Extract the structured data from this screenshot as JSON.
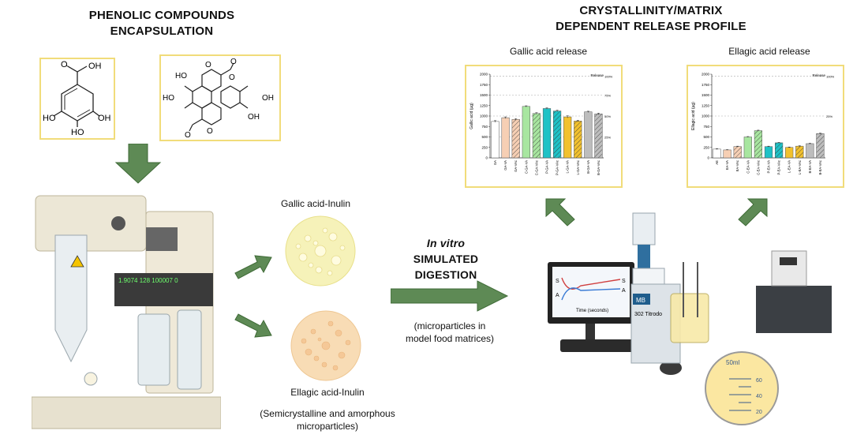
{
  "left_section": {
    "title_line1": "PHENOLIC COMPOUNDS",
    "title_line2": "ENCAPSULATION",
    "molecules": {
      "gallic": {
        "atoms": [
          "OH",
          "O",
          "HO",
          "OH",
          "HO"
        ]
      },
      "ellagic": {
        "atoms": [
          "O",
          "HO",
          "O",
          "HO",
          "O",
          "OH",
          "O",
          "OH",
          "O"
        ]
      }
    }
  },
  "middle_section": {
    "gallic_inulin_label": "Gallic acid-Inulin",
    "ellagic_inulin_label": "Ellagic acid-Inulin",
    "microparticles_note_line1": "(Semicrystalline and amorphous",
    "microparticles_note_line2": "microparticles)",
    "digestion": {
      "line1": "In vitro",
      "line2": "SIMULATED",
      "line3": "DIGESTION",
      "note_line1": "(microparticles in",
      "note_line2": "model food matrices)"
    }
  },
  "right_section": {
    "title_line1": "CRYSTALLINITY/MATRIX",
    "title_line2": "DEPENDENT RELEASE PROFILE",
    "titration_labels": {
      "screen_s": "S",
      "screen_a": "A",
      "screen_time": "Time (seconds)",
      "titrator_model": "302 Titrodo",
      "titrator_brand": "MB",
      "volume_top": "50ml",
      "volume_marks": [
        "60",
        "40",
        "20"
      ]
    }
  },
  "chart_data": [
    {
      "type": "bar",
      "title": "Gallic acid release",
      "ylabel": "Gallic acid (µg)",
      "ylim": [
        0,
        2000
      ],
      "yticks": [
        0,
        250,
        500,
        750,
        1000,
        1250,
        1500,
        1750,
        2000
      ],
      "reference_lines": [
        {
          "value": 1950,
          "label": "100%"
        },
        {
          "value": 1500,
          "label": "75%"
        },
        {
          "value": 1000,
          "label": "50%"
        },
        {
          "value": 500,
          "label": "25%"
        }
      ],
      "legend_title": "Release",
      "categories": [
        "GA",
        "GA-VA",
        "GA-VAc",
        "C-GA-VA",
        "C-GA-VAc",
        "P-GA-VA",
        "P-GA-VAc",
        "L-GA-VA",
        "L-GA-VAc",
        "B-GA-VA",
        "B-GA-VAc"
      ],
      "values": [
        870,
        960,
        920,
        1230,
        1060,
        1180,
        1120,
        980,
        880,
        1100,
        1050
      ],
      "errors": [
        20,
        20,
        20,
        15,
        20,
        15,
        20,
        25,
        20,
        15,
        20
      ],
      "colors": [
        "#ffffff",
        "#f6cfb4",
        "#f6cfb4",
        "#a8e6a0",
        "#a8e6a0",
        "#1fc2c6",
        "#1fc2c6",
        "#f2c12e",
        "#f2c12e",
        "#bdbdbd",
        "#bdbdbd"
      ],
      "hatched": [
        false,
        false,
        true,
        false,
        true,
        false,
        true,
        false,
        true,
        false,
        true
      ]
    },
    {
      "type": "bar",
      "title": "Ellagic acid release",
      "ylabel": "Ellagic acid (µg)",
      "ylim": [
        0,
        2000
      ],
      "yticks": [
        0,
        250,
        500,
        750,
        1000,
        1250,
        1500,
        1750,
        2000
      ],
      "reference_lines": [
        {
          "value": 1950,
          "label": "100%"
        },
        {
          "value": 1000,
          "label": "25%"
        }
      ],
      "legend_title": "Release",
      "categories": [
        "AE",
        "EA-VA",
        "EA-VAc",
        "C-EA-VA",
        "C-EA-VAc",
        "P-EA-VA",
        "P-EA-VAc",
        "L-EA-VA",
        "L-EA-VAc",
        "B-EA-VA",
        "B-EA-VAc"
      ],
      "values": [
        210,
        190,
        270,
        500,
        650,
        270,
        360,
        250,
        280,
        340,
        580
      ],
      "errors": [
        10,
        8,
        10,
        10,
        12,
        10,
        10,
        10,
        10,
        10,
        12
      ],
      "colors": [
        "#ffffff",
        "#f6cfb4",
        "#f6cfb4",
        "#a8e6a0",
        "#a8e6a0",
        "#1fc2c6",
        "#1fc2c6",
        "#f2c12e",
        "#f2c12e",
        "#bdbdbd",
        "#bdbdbd"
      ],
      "hatched": [
        false,
        false,
        true,
        false,
        true,
        false,
        true,
        false,
        true,
        false,
        true
      ]
    }
  ]
}
